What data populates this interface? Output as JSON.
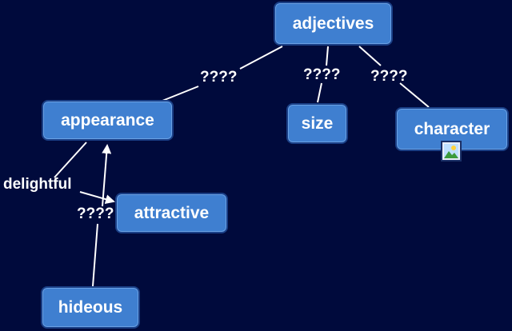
{
  "colors": {
    "background": "#000a3c",
    "node_fill": "#3f7fd0",
    "node_border": "#1a3f86",
    "link": "#ffffff"
  },
  "nodes": {
    "adjectives": "adjectives",
    "appearance": "appearance",
    "size": "size",
    "character": "character",
    "attractive": "attractive",
    "hideous": "hideous"
  },
  "links": {
    "adjectives_appearance": "????",
    "adjectives_size": "????",
    "adjectives_character": "????",
    "appearance_attractive": "delightful",
    "hideous_appearance": "????"
  },
  "resources": {
    "character_image_icon": "image-resource-icon"
  }
}
